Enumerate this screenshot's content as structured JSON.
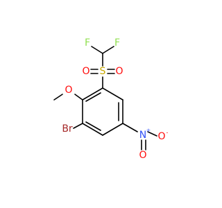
{
  "molecule": {
    "atoms": {
      "f_left": "F",
      "f_right": "F",
      "s": "S",
      "o_sulfonyl_left": "O",
      "o_sulfonyl_right": "O",
      "o_methoxy": "O",
      "br": "Br",
      "n": "N",
      "o_nitro_double": "O",
      "o_nitro_single": "O"
    },
    "charges": {
      "n": "+",
      "o_nitro_single": "-"
    },
    "colors": {
      "carbon_bond": "#000000",
      "fluorine": "#90e050",
      "sulfur": "#c8a800",
      "oxygen": "#ff0d0d",
      "bromine": "#a62929",
      "nitrogen": "#3050f8"
    }
  }
}
